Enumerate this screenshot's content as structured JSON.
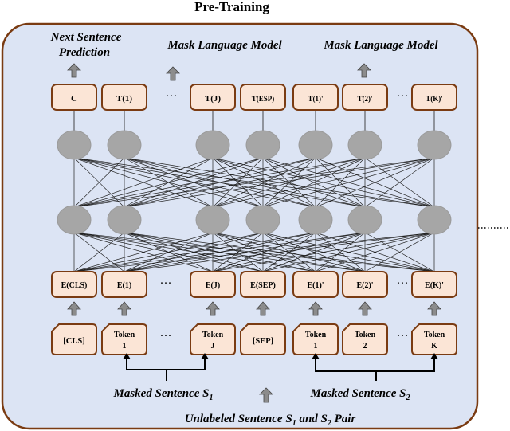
{
  "title": "Pre-Training",
  "top_labels": {
    "nsp_line1": "Next Sentence",
    "nsp_line2": "Prediction",
    "mlm_left": "Mask Language Model",
    "mlm_right": "Mask Language Model"
  },
  "output_boxes": [
    "C",
    "T(1)",
    "T(J)",
    "T(ESP)",
    "T(1)'",
    "T(2)'",
    "T(K)'"
  ],
  "embedding_boxes": [
    "E(CLS)",
    "E(1)",
    "E(J)",
    "E(SEP)",
    "E(1)'",
    "E(2)'",
    "E(K)'"
  ],
  "token_boxes": [
    {
      "line1": "[CLS]",
      "line2": ""
    },
    {
      "line1": "Token",
      "line2": "1"
    },
    {
      "line1": "Token",
      "line2": "J"
    },
    {
      "line1": "[SEP]",
      "line2": ""
    },
    {
      "line1": "Token",
      "line2": "1"
    },
    {
      "line1": "Token",
      "line2": "2"
    },
    {
      "line1": "Token",
      "line2": "K"
    }
  ],
  "ellipsis": "···",
  "bottom_labels": {
    "masked_s1": "Masked Sentence S",
    "masked_s1_sub": "1",
    "masked_s2": "Masked Sentence S",
    "masked_s2_sub": "2",
    "pair_a": "Unlabeled Sentence S",
    "pair_a_sub": "1",
    "pair_b": " and S",
    "pair_b_sub": "2",
    "pair_c": " Pair"
  },
  "colors": {
    "panel_fill": "#dce4f4",
    "panel_border": "#7a3b12",
    "box_fill": "#fbe5d6",
    "box_border": "#7a3b12",
    "node_fill": "#a6a6a6",
    "arrow_fill": "#8c8c8c"
  }
}
